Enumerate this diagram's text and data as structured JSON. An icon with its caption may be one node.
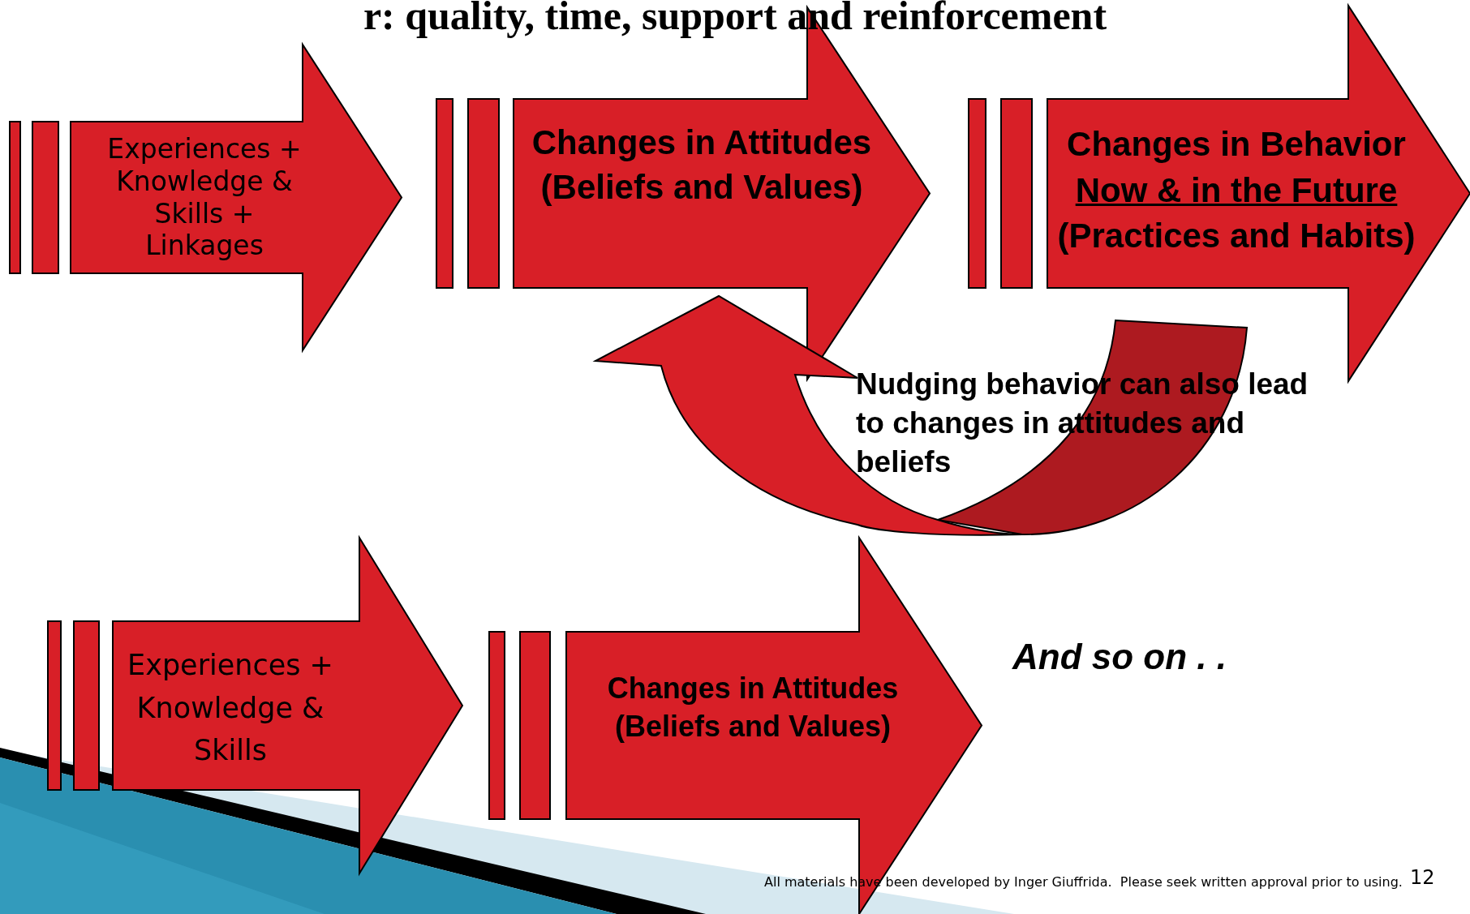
{
  "diagram": {
    "title": "r: quality, time, support and reinforcement",
    "nodes": [
      {
        "text": [
          "Experiences + Knowledge & Skills + Linkages"
        ]
      },
      {
        "text": [
          "Changes in Attitudes (Beliefs and Values)"
        ]
      },
      {
        "text": [
          "Changes in Behavior",
          "Now & in the Future",
          "(Practices and Habits)"
        ]
      },
      {
        "text": [
          "Experiences + Knowledge & Skills"
        ]
      },
      {
        "text": [
          "Changes in Attitudes (Beliefs and Values)"
        ]
      },
      {
        "text": [
          "And so on . ."
        ]
      }
    ],
    "edges": [
      {
        "from": 2,
        "to": 1,
        "arrow": "to",
        "label": "Nudging behavior can also lead to changes in attitudes and beliefs",
        "style": "thick"
      }
    ],
    "labels": [
      "All materials have been developed by Inger Giuffrida.  Please seek written approval prior to using.",
      "12"
    ]
  }
}
